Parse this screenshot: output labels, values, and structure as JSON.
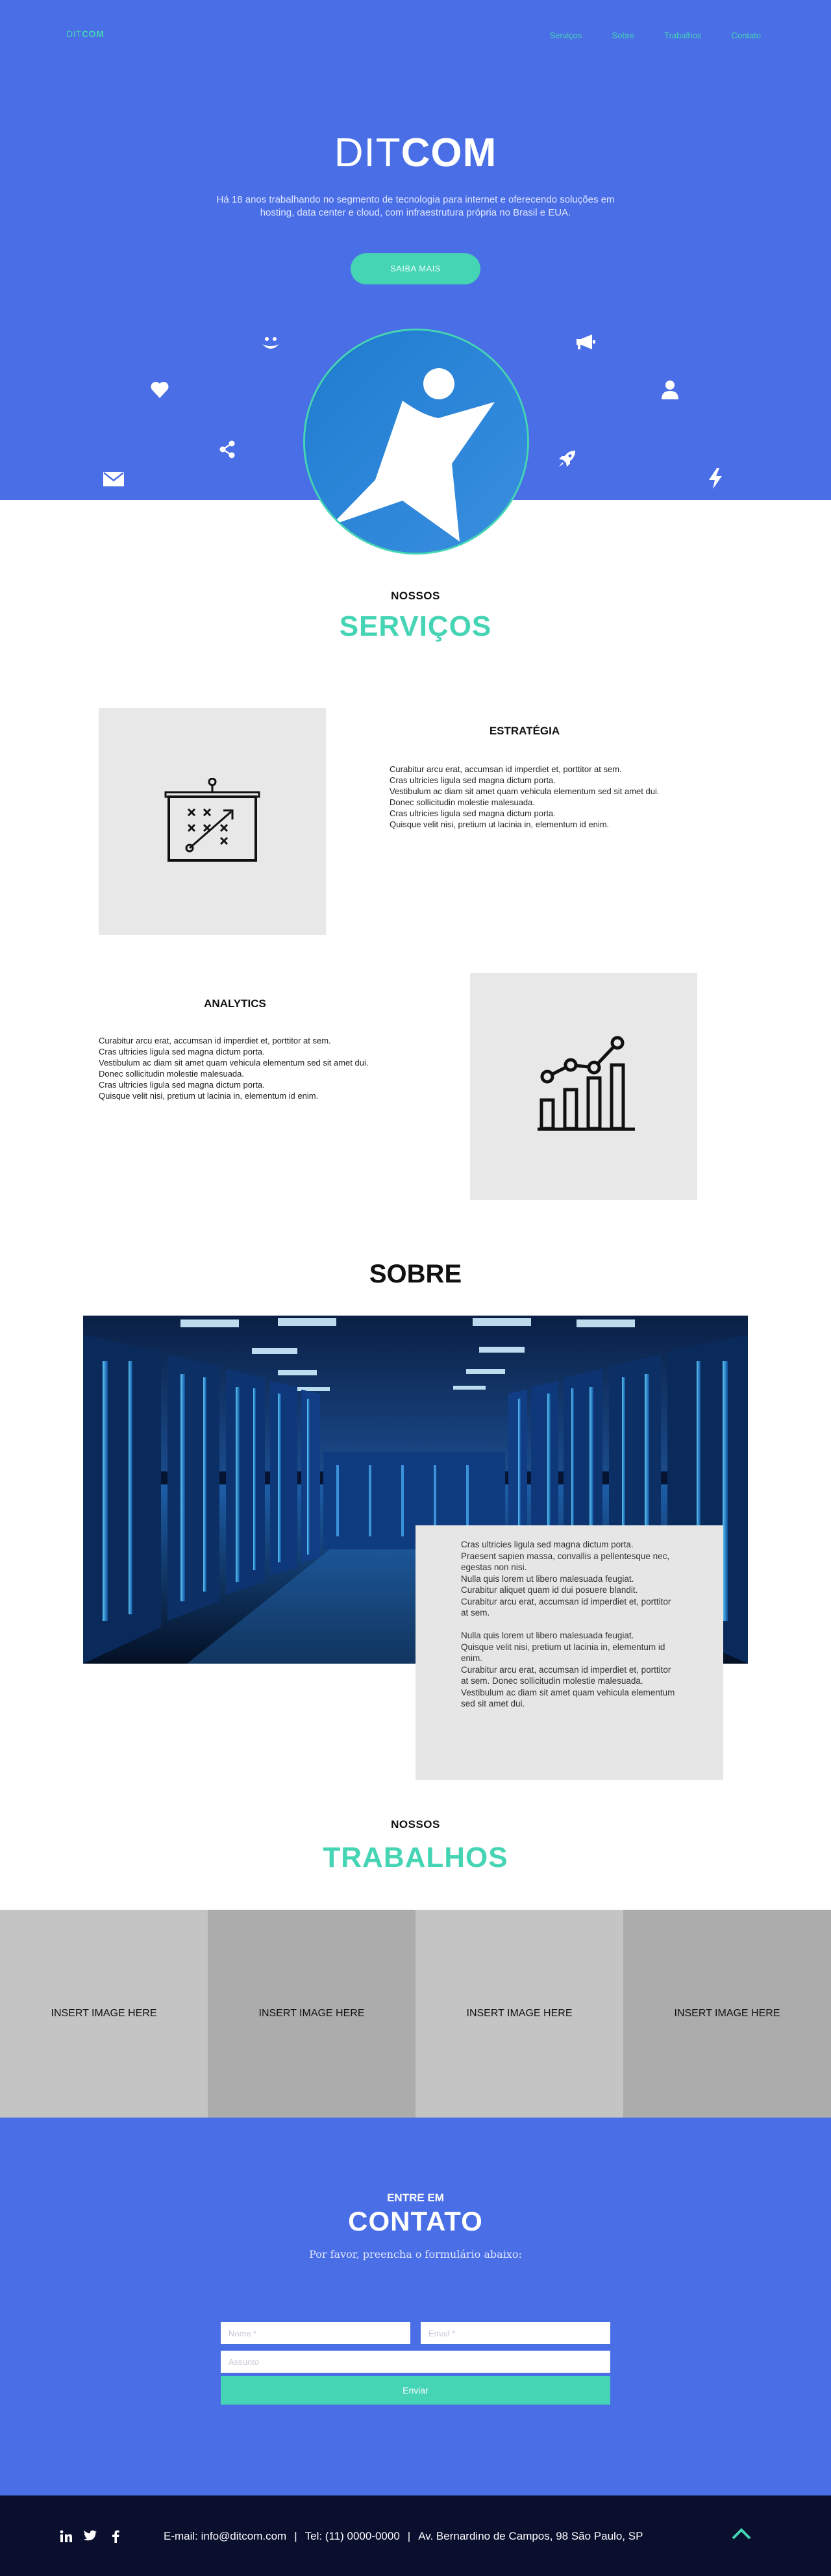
{
  "header": {
    "logo_light": "DIT",
    "logo_bold": "COM",
    "nav": [
      "Serviços",
      "Sobre",
      "Trabalhos",
      "Contato"
    ]
  },
  "hero": {
    "title_light": "DIT",
    "title_bold": "COM",
    "description": "Há 18 anos trabalhando no segmento de tecnologia para internet e oferecendo soluções em hosting, data center e cloud, com infraestrutura própria no Brasil e EUA.",
    "cta_label": "SAIBA MAIS",
    "icons": [
      "smiley-icon",
      "megaphone-icon",
      "heart-icon",
      "user-icon",
      "share-icon",
      "rocket-icon",
      "mail-icon",
      "lightning-icon"
    ]
  },
  "services": {
    "kicker": "NOSSOS",
    "title": "SERVIÇOS",
    "items": [
      {
        "title": "ESTRATÉGIA",
        "text": "Curabitur arcu erat, accumsan id imperdiet et, porttitor at sem.\nCras ultricies ligula sed magna dictum porta.\nVestibulum ac diam sit amet quam vehicula elementum sed sit amet dui.\nDonec sollicitudin molestie malesuada.\nCras ultricies ligula sed magna dictum porta.\nQuisque velit nisi, pretium ut lacinia in, elementum id enim.",
        "icon": "strategy-board-icon"
      },
      {
        "title": "ANALYTICS",
        "text": "Curabitur arcu erat, accumsan id imperdiet et, porttitor at sem.\nCras ultricies ligula sed magna dictum porta.\nVestibulum ac diam sit amet quam vehicula elementum sed sit amet dui.\nDonec sollicitudin molestie malesuada.\nCras ultricies ligula sed magna dictum porta.\nQuisque velit nisi, pretium ut lacinia in, elementum id enim.",
        "icon": "bar-chart-icon"
      }
    ]
  },
  "about": {
    "title": "SOBRE",
    "text": "Cras ultricies ligula sed magna dictum porta.\nPraesent sapien massa, convallis a pellentesque nec, egestas non nisi.\nNulla quis lorem ut libero malesuada feugiat.\nCurabitur aliquet quam id dui posuere blandit.\nCurabitur arcu erat, accumsan id imperdiet et, porttitor at sem.\n\nNulla quis lorem ut libero malesuada feugiat.\nQuisque velit nisi, pretium ut lacinia in, elementum id enim.\nCurabitur arcu erat, accumsan id imperdiet et, porttitor at sem. Donec sollicitudin molestie malesuada.\nVestibulum ac diam sit amet quam vehicula elementum sed sit amet dui."
  },
  "works": {
    "kicker": "NOSSOS",
    "title": "TRABALHOS",
    "items": [
      {
        "label": "INSERT IMAGE HERE",
        "color": "#c4c4c4"
      },
      {
        "label": "INSERT IMAGE HERE",
        "color": "#acacac"
      },
      {
        "label": "INSERT IMAGE HERE",
        "color": "#c4c4c4"
      },
      {
        "label": "INSERT IMAGE HERE",
        "color": "#acacac"
      }
    ]
  },
  "contact": {
    "kicker": "ENTRE EM",
    "title": "CONTATO",
    "subtitle": "Por favor, preencha o formulário abaixo:",
    "name_placeholder": "Nome *",
    "email_placeholder": "Email *",
    "subject_placeholder": "Assunto",
    "send_label": "Enviar"
  },
  "footer": {
    "social": [
      "linkedin-icon",
      "twitter-icon",
      "facebook-icon"
    ],
    "social_labels": [
      "in",
      "t",
      "f"
    ],
    "email": "E-mail: info@ditcom.com",
    "phone": "Tel: (11) 0000-0000",
    "address": "Av. Bernardino de Campos, 98 São Paulo, SP",
    "separator": "|"
  },
  "colors": {
    "primary": "#4a6ee6",
    "accent": "#45d4b4",
    "footer": "#0b0f2e"
  }
}
